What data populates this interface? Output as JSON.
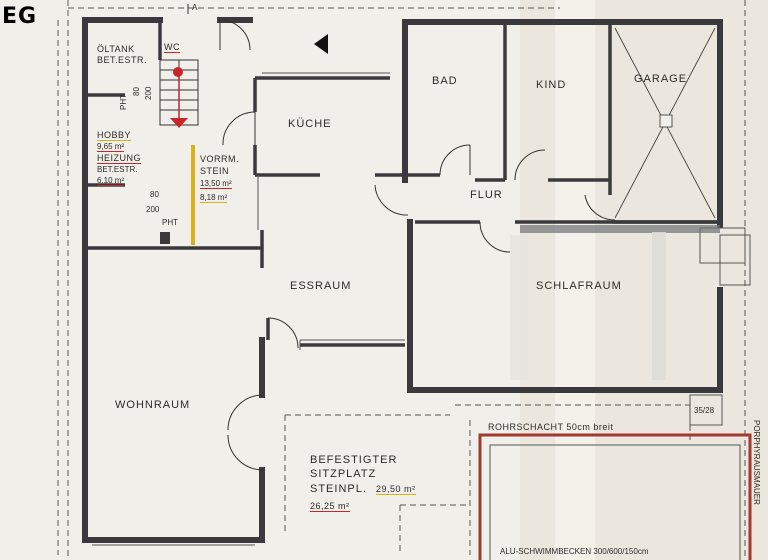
{
  "level_tag": "EG",
  "north_marker": "A",
  "rooms": {
    "oeltank": {
      "name": "ÖLTANK",
      "sub": "BET.ESTR."
    },
    "wc": {
      "name": "WC"
    },
    "hobby": {
      "name": "HOBBY",
      "area": "9,65 m²"
    },
    "heizung": {
      "name": "HEIZUNG",
      "sub": "BET.ESTR.",
      "area": "6,10 m²"
    },
    "vorraum": {
      "name": "VORRM.",
      "sub": "STEIN",
      "area1": "13,50 m²",
      "area2": "8,18 m²"
    },
    "kueche": {
      "name": "KÜCHE"
    },
    "bad": {
      "name": "BAD"
    },
    "kind": {
      "name": "KIND"
    },
    "garage": {
      "name": "GARAGE"
    },
    "flur": {
      "name": "FLUR"
    },
    "essraum": {
      "name": "ESSRAUM"
    },
    "schlafraum": {
      "name": "SCHLAFRAUM"
    },
    "wohnraum": {
      "name": "WOHNRAUM"
    },
    "sitzplatz": {
      "line1": "BEFESTIGTER",
      "line2": "SITZPLATZ",
      "line3": "STEINPL.",
      "area1": "29,50 m²",
      "area2": "26,25 m²"
    }
  },
  "labels": {
    "pht_top": "PHT",
    "pht_bottom": "PHT",
    "dim_80_top": "80",
    "dim_200_top": "200",
    "dim_80_bottom": "80",
    "dim_200_bottom": "200",
    "rohrschacht": "ROHRSCHACHT 50cm breit",
    "schwimmbecken": "ALU-SCHWIMMBECKEN 300/600/150cm",
    "mauer": "PORPHYRAUSMAUER",
    "small_detail": "35/28"
  },
  "colors": {
    "wall": "#3a3a3e",
    "underline_red": "#c8262a",
    "underline_yellow": "#d9b21a",
    "pool_outline": "#a13a2e",
    "paper": "#f1efe9"
  }
}
